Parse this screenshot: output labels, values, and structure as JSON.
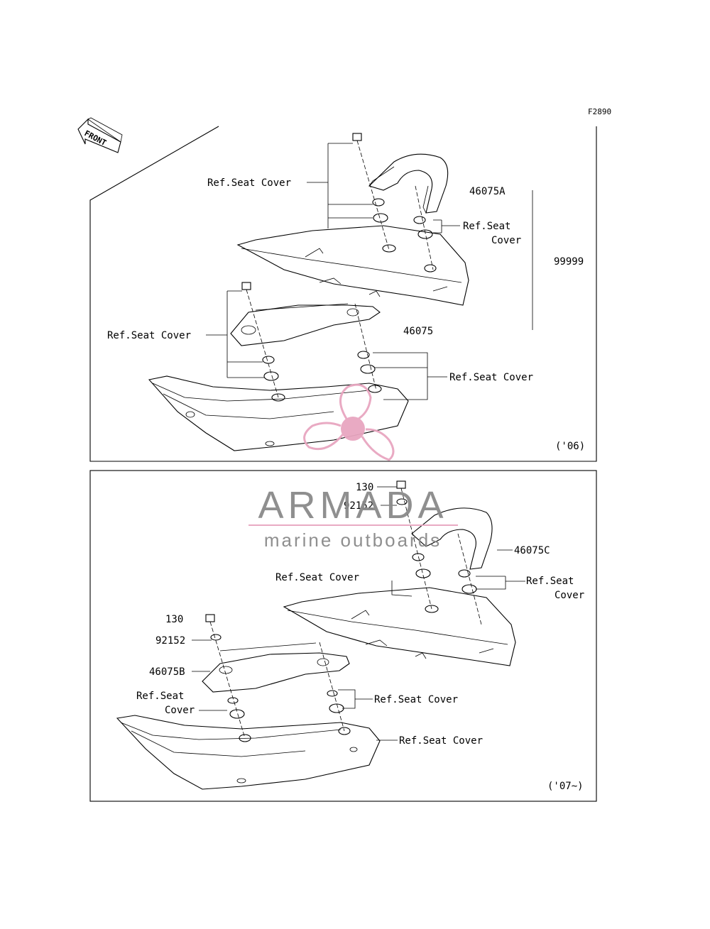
{
  "figure_id": "F2890",
  "front_marker": "FRONT",
  "panel_top": {
    "year": "('06)",
    "labels": {
      "ref_seat_cover_1": "Ref.Seat Cover",
      "part_46075A": "46075A",
      "ref_seat_cover_2a": "Ref.Seat",
      "ref_seat_cover_2b": "Cover",
      "part_99999": "99999",
      "ref_seat_cover_3": "Ref.Seat Cover",
      "part_46075": "46075",
      "ref_seat_cover_4": "Ref.Seat Cover"
    }
  },
  "panel_bottom": {
    "year": "('07~)",
    "labels": {
      "part_130_a": "130",
      "part_92152_a": "92152",
      "part_46075C": "46075C",
      "ref_seat_cover_1": "Ref.Seat Cover",
      "ref_seat_cover_2a": "Ref.Seat",
      "ref_seat_cover_2b": "Cover",
      "part_130_b": "130",
      "part_92152_b": "92152",
      "part_46075B": "46075B",
      "ref_seat_cover_3a": "Ref.Seat",
      "ref_seat_cover_3b": "Cover",
      "ref_seat_cover_4": "Ref.Seat Cover",
      "ref_seat_cover_5": "Ref.Seat Cover"
    }
  },
  "watermark": {
    "brand": "ARMADA",
    "tagline": "marine outboards",
    "brand_color": "#8a8a8a",
    "logo_color": "#e8a6c0"
  }
}
